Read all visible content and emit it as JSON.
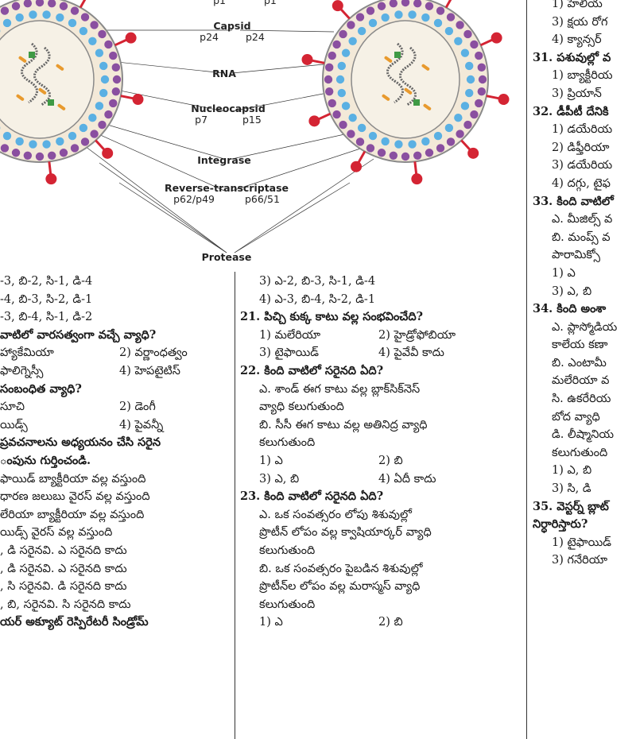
{
  "diagram": {
    "labels": {
      "capsid": {
        "title": "Capsid",
        "sub": [
          "p24",
          "p24"
        ]
      },
      "rna": {
        "title": "RNA"
      },
      "nucleocapsid": {
        "title": "Nucleocapsid",
        "sub": [
          "p7",
          "p15"
        ]
      },
      "integrase": {
        "title": "Integrase"
      },
      "reverse_transcriptase": {
        "title": "Reverse-transcriptase",
        "sub": [
          "p62/p49",
          "p66/51"
        ]
      },
      "protease": {
        "title": "Protease"
      },
      "top_fragments": [
        "p1",
        "p1"
      ]
    },
    "colors": {
      "lipid": "#8a4fa0",
      "capsid": "#5ab0e3",
      "spike": "#d42433",
      "core": "#8a8a8a",
      "rna": "#666666",
      "enzyme": "#e89a2e",
      "marker": "#3f9a45"
    }
  },
  "columns": {
    "left": [
      {
        "text": "-3, బి-2, సి-1, డి-4"
      },
      {
        "text": "-4, బి-3, సి-2, డి-1"
      },
      {
        "text": "-3, బి-4, సి-1, డి-2"
      },
      {
        "text": "వాటిలో వారసత్వంగా వచ్చే వ్యాధి?",
        "bold": true
      },
      {
        "a": "హ్యాకేమియా",
        "b": "2) వర్ణాంధత్వం"
      },
      {
        "a": "ఫాలిగ్నెస్సీ",
        "b": "4) హెపటైటిస్"
      },
      {
        "text": " సంబంధిత వ్యాధి?",
        "bold": true
      },
      {
        "a": "సూచి",
        "b": "2) డెంగీ"
      },
      {
        "a": "యిడ్స్",
        "b": "4) పైవన్నీ"
      },
      {
        "text": " ప్రవచనాలను అధ్యయనం చేసి సరైన",
        "bold": true
      },
      {
        "text": "ంపును గుర్తించండి.",
        "bold": true
      },
      {
        "text": "ఫాయిడ్ బ్యాక్టీరియా వల్ల వస్తుంది"
      },
      {
        "text": "ధారణ జలుబు వైరస్ వల్ల వస్తుంది"
      },
      {
        "text": "లేరియా బ్యాక్టీరియా వల్ల వస్తుంది"
      },
      {
        "text": "యిడ్స్ వైరస్ వల్ల వస్తుంది"
      },
      {
        "text": ", డి సరైనవి. ఎ సరైనది కాదు"
      },
      {
        "text": ", డి సరైనవి. ఎ సరైనది కాదు"
      },
      {
        "text": ", సి సరైనవి. డి సరైనది కాదు"
      },
      {
        "text": ", బి, సరైనవి. సి సరైనది కాదు"
      },
      {
        "text": "యర్ అక్యూట్ రెస్పిరేటరీ సిండ్రోమ్",
        "bold": true
      }
    ],
    "middle": [
      {
        "text": "3) ఎ-2, బి-3, సి-1, డి-4",
        "indent": true
      },
      {
        "text": "4) ఎ-3, బి-4, సి-2, డి-1",
        "indent": true
      },
      {
        "text": "21. పిచ్చి కుక్క కాటు వల్ల సంభవించేది?",
        "bold": true
      },
      {
        "a": "1) మలేరియా",
        "b": "2) హైడ్రోఫోబియా",
        "indent": true
      },
      {
        "a": "3) టైఫాయిడ్",
        "b": "4) పైవేవీ కాదు",
        "indent": true
      },
      {
        "text": "22. కింది వాటిలో సరైనది ఏది?",
        "bold": true
      },
      {
        "text": "ఎ. శాండ్ ఈగ కాటు వల్ల బ్లాక్‌సిక్‌నెస్",
        "indent": true
      },
      {
        "text": "వ్యాధి కలుగుతుంది",
        "indent": true
      },
      {
        "text": "బి. సీసీ ఈగ కాటు వల్ల అతినిద్ర వ్యాధి",
        "indent": true
      },
      {
        "text": "కలుగుతుంది",
        "indent": true
      },
      {
        "a": "1) ఎ",
        "b": "2) బి",
        "indent": true
      },
      {
        "a": "3) ఎ, బి",
        "b": "4) ఏదీ కాదు",
        "indent": true
      },
      {
        "text": "23. కింది వాటిలో సరైనది ఏది?",
        "bold": true
      },
      {
        "text": "ఎ. ఒక సంవత్సరం లోపు శిశువుల్లో",
        "indent": true
      },
      {
        "text": "ప్రొటీన్ లోపం వల్ల క్వాషియార్కర్ వ్యాధి",
        "indent": true
      },
      {
        "text": "కలుగుతుంది",
        "indent": true
      },
      {
        "text": "బి. ఒక సంవత్సరం పైబడిన శిశువుల్లో",
        "indent": true
      },
      {
        "text": "ప్రొటీన్‌ల లోపం వల్ల మరాస్మస్ వ్యాధి",
        "indent": true
      },
      {
        "text": "కలుగుతుంది",
        "indent": true
      },
      {
        "a": "1) ఎ",
        "b": "2) బి",
        "indent": true
      }
    ],
    "right_top": [
      {
        "text": "1) హెలియ",
        "indent": true
      },
      {
        "text": "3) క్షయ రోగ",
        "indent": true
      },
      {
        "text": "4) క్యాన్సర్",
        "indent": true
      },
      {
        "text": "31. పశువుల్లో వ",
        "bold": true
      },
      {
        "text": "1) బ్యాక్టీరియ",
        "indent": true
      },
      {
        "text": "3) ప్రియాన్",
        "indent": true
      },
      {
        "text": "32. డీపీటీ దేనికి",
        "bold": true
      },
      {
        "text": "1) డయేరియ",
        "indent": true
      },
      {
        "text": "2) డిఫ్తీరియా",
        "indent": true
      },
      {
        "text": "3) డయేరియ",
        "indent": true
      },
      {
        "text": "4) దగ్గు, టైఫ",
        "indent": true
      },
      {
        "text": "33. కింది వాటిలో",
        "bold": true
      },
      {
        "text": "ఎ. మీజిల్స్ వ",
        "indent": true
      },
      {
        "text": "బి. మంప్స్ వ",
        "indent": true
      },
      {
        "text": "పారామిక్సో",
        "indent": true
      },
      {
        "text": "1) ఎ",
        "indent": true
      },
      {
        "text": "3) ఎ, బి",
        "indent": true
      },
      {
        "text": "34. కింది అంశా",
        "bold": true
      },
      {
        "text": "ఎ. ప్లాస్మోడియ",
        "indent": true
      },
      {
        "text": "కాలేయ కణా",
        "indent": true
      },
      {
        "text": "బి. ఎంటామీ",
        "indent": true
      },
      {
        "text": "మలేరియా వ",
        "indent": true
      },
      {
        "text": "సి. ఉకరేరియ",
        "indent": true
      },
      {
        "text": "బోద వ్యాధి",
        "indent": true
      },
      {
        "text": "డి. లీష్మానియ",
        "indent": true
      },
      {
        "text": "కలుగుతుంది",
        "indent": true
      },
      {
        "text": "1) ఎ, బి",
        "indent": true
      },
      {
        "text": "3) సి, డి",
        "indent": true
      },
      {
        "text": "35. వెస్టర్న్ బ్లాట్",
        "bold": true
      },
      {
        "text": "నిర్ధారిస్తారు?",
        "bold": true
      },
      {
        "text": "1) టైఫాయిడ్",
        "indent": true
      },
      {
        "text": "3) గనేరియా",
        "indent": true
      }
    ]
  }
}
